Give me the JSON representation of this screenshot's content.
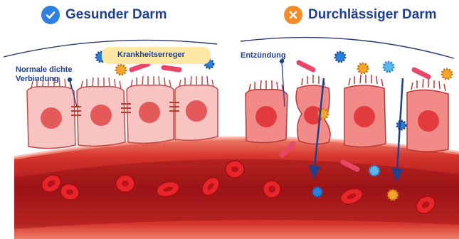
{
  "titles": {
    "healthy": "Gesunder Darm",
    "leaky": "Durchlässiger Darm"
  },
  "labels": {
    "junction_line1": "Normale dichte",
    "junction_line2": "Verbindung",
    "pathogens": "Krankheitserreger",
    "inflammation": "Entzündung"
  },
  "colors": {
    "title_blue": "#1f3f8f",
    "check_blue": "#2f80e0",
    "cross_orange": "#f28b28",
    "cell_pink": "#f7c4c2",
    "cell_red": "#f28a88",
    "blood_red": "#c11b1b",
    "highlight_yellow": "#ffe7a6"
  },
  "icons": {
    "healthy": "check-icon",
    "leaky": "cross-icon"
  }
}
